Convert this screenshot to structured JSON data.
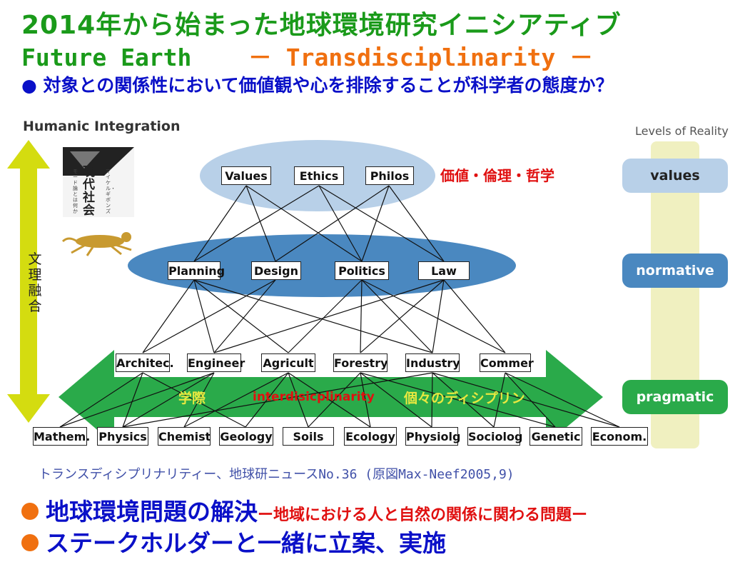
{
  "title_line1": "2014年から始まった地球環境研究イニシアティブ",
  "title_line2_a": "Future Earth",
  "title_line2_b": "－ Transdisciplinarity －",
  "question_bullet": "●",
  "question": "対象との関係性において価値観や心を排除することが科学者の態度か？",
  "humanic_integration": "Humanic Integration",
  "levels_title": "Levels of Reality",
  "bunri_yugo": "文理融合",
  "book_title": "現代社会と知の創造",
  "book_sub": "モード論とは何か",
  "book_author": "マイケル・ギボンズ",
  "top_tier": [
    "Values",
    "Ethics",
    "Philos"
  ],
  "top_tier_jp": "価値・倫理・哲学",
  "mid_tier": [
    "Planning",
    "Design",
    "Politics",
    "Law"
  ],
  "applied_tier": [
    "Architec.",
    "Engineer",
    "Agricult",
    "Forestry",
    "Industry",
    "Commer"
  ],
  "base_tier": [
    "Mathem.",
    "Physics",
    "Chemist",
    "Geology",
    "Soils",
    "Ecology",
    "Physiolg",
    "Sociolog",
    "Genetic",
    "Econom."
  ],
  "arrow_labels": {
    "left": "学際",
    "center": "interdisicplinarity",
    "right": "個々のディシプリン"
  },
  "levels": {
    "values": "values",
    "normative": "normative",
    "pragmatic": "pragmatic"
  },
  "caption": "トランスディシプリナリティー、地球研ニュースNo.36 (原図Max-Neef2005,9)",
  "bullet1_main": "地球環境問題の解決",
  "bullet1_sub": "ー地域における人と自然の関係に関わる問題ー",
  "bullet2": "ステークホルダーと一緒に立案、実施",
  "colors": {
    "title_green": "#1a9a1a",
    "orange": "#f07010",
    "blue_text": "#0a10c8",
    "red_text": "#e01010",
    "ellipse_light": "#b8d0e8",
    "ellipse_dark": "#4a88c0",
    "green_arrow": "#2aaa4a",
    "yellow_arrow": "#d4dc10",
    "levels_band": "#f0f0c0"
  }
}
